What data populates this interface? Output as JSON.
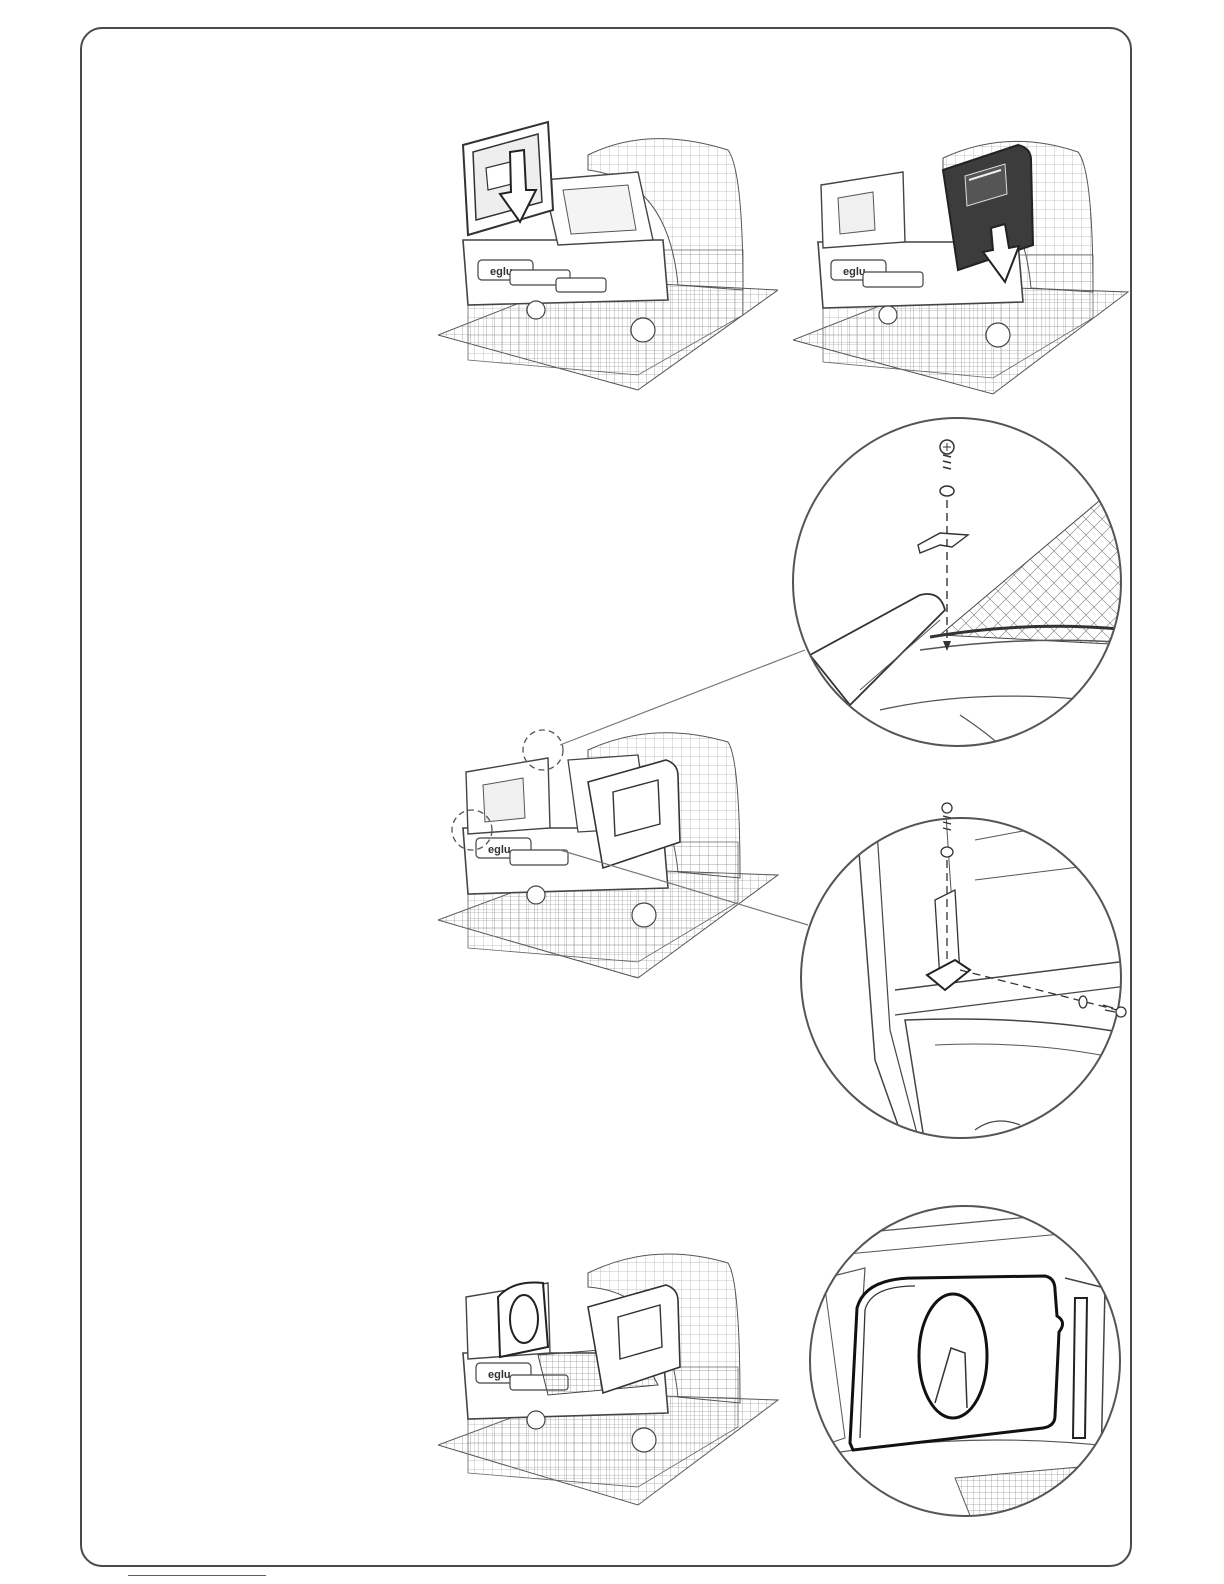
{
  "document": {
    "type": "assembly-instructions-page",
    "brand_mark": "eglu",
    "colors": {
      "line": "#4a4a4a",
      "grid": "#6b6b6b",
      "panel_fill": "#3c3c3c",
      "background": "#ffffff",
      "footer_rule": "#3a5bc7"
    }
  },
  "figures": [
    {
      "id": "coop-front-panel-fitting",
      "brand_mark": "eglu",
      "icon": "down-arrow-icon"
    },
    {
      "id": "coop-side-panel-fitting",
      "brand_mark": "eglu",
      "icon": "down-arrow-icon"
    },
    {
      "id": "coop-bracket-overview",
      "brand_mark": "eglu",
      "icon": "dashed-circle-icon"
    },
    {
      "id": "bracket-detail-top",
      "icon": "screw-icon"
    },
    {
      "id": "bracket-detail-corner",
      "icon": "screw-icon"
    },
    {
      "id": "coop-divider-fitting",
      "brand_mark": "eglu"
    },
    {
      "id": "divider-detail",
      "icon": "divider-panel-icon"
    }
  ]
}
